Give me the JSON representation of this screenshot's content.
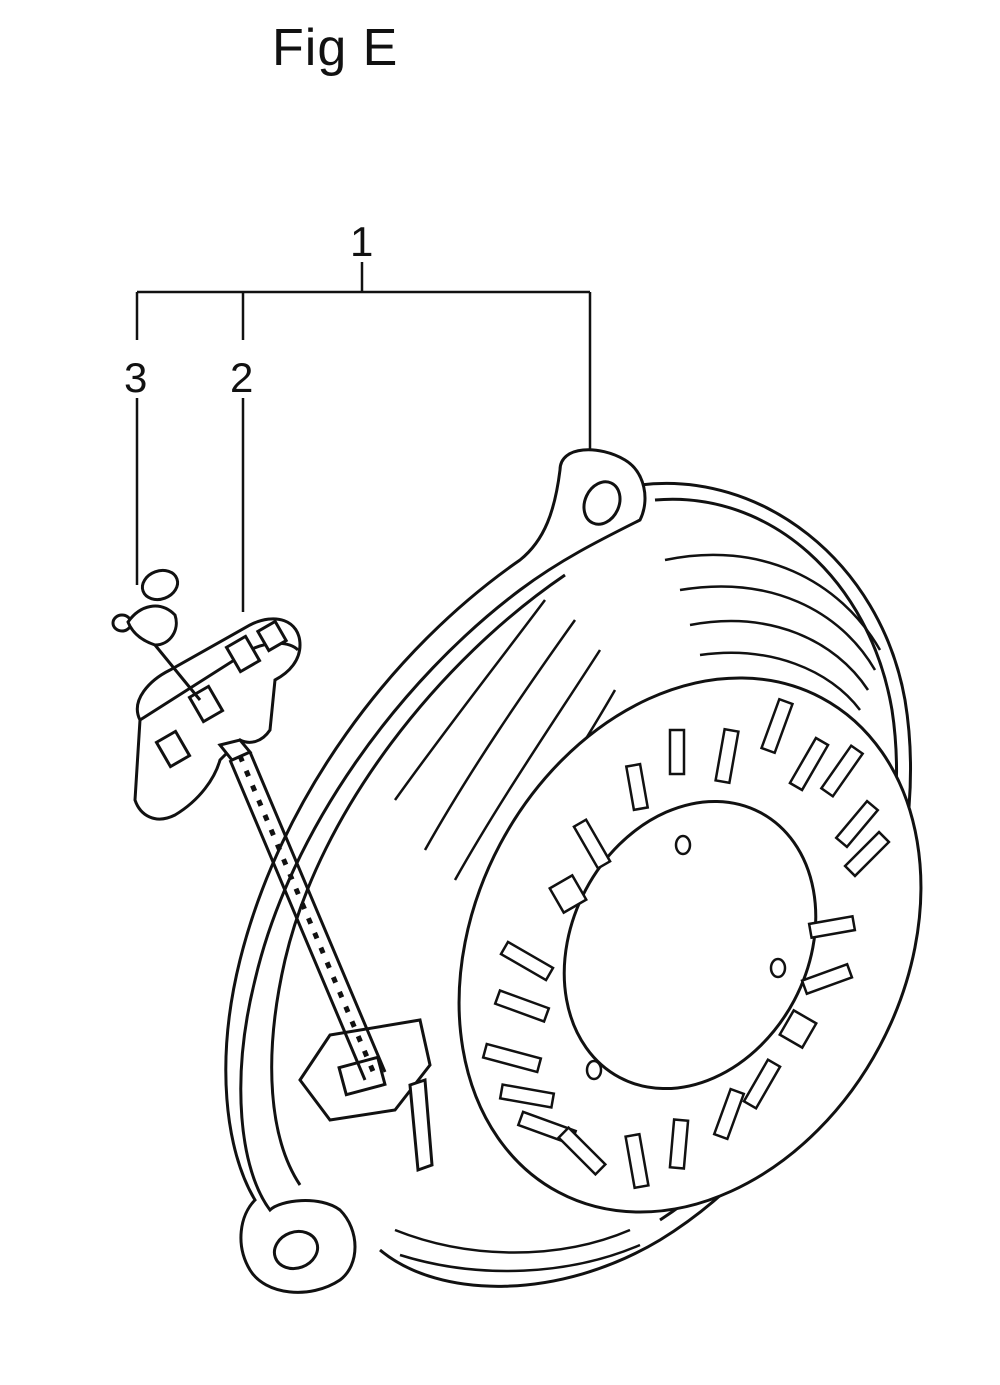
{
  "figure": {
    "title": "Fig E"
  },
  "callouts": {
    "part_1": "1",
    "part_2": "2",
    "part_3": "3"
  },
  "colors": {
    "ink": "#111111",
    "paper": "#ffffff"
  }
}
